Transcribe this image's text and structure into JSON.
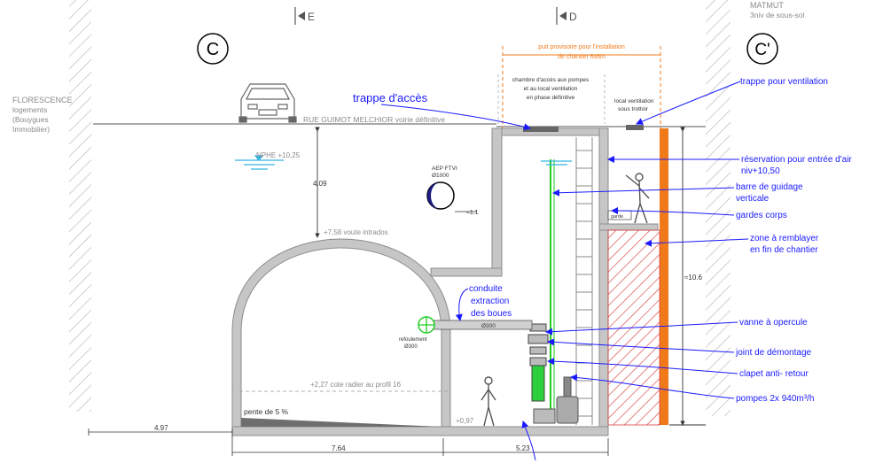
{
  "section_marks": {
    "left_mark": "C",
    "right_mark": "C'",
    "top_left": "E",
    "top_right": "D"
  },
  "neighbors": {
    "left_name": "FLORESCENCE",
    "left_desc_1": "logements",
    "left_desc_2": "(Bouygues",
    "left_desc_3": "Immobilier)",
    "right_name": "MATMUT",
    "right_desc": "3niv de sous-sol"
  },
  "site_labels": {
    "street": "RUE GUIMOT MELCHIOR voirie définitive",
    "nphe": "NPHE +10,25",
    "puit_line1": "puit provisoire pour l'installation",
    "puit_line2": "de chantier 6x6m",
    "chambre_line1": "chambre d'accès aux pompes",
    "chambre_line2": "et au local ventilation",
    "chambre_line3": "en phase définitive",
    "local_line1": "local ventilation",
    "local_line2": "sous trottoir",
    "aep_line1": "AEP FTVI",
    "aep_line2": "Ø1000",
    "aep_dim": "≈1.1",
    "dim_409": "4.09",
    "voute": "+7,58 voute intrados",
    "cote_radier": "+2,27 cote radier au profil 16",
    "pente": "pente de 5 %",
    "level_097": "+0,97",
    "rel_line1": "refoulement",
    "rel_line2": "Ø300",
    "pipe_dn": "Ø300",
    "dim_106": "≈10.6",
    "dim_497": "4.97",
    "dim_764": "7.64",
    "dim_523": "5.23",
    "garde_small": "garde",
    "level_top": "+10,50"
  },
  "annotations": {
    "trappe_acces": "trappe d'accès",
    "trappe_ventilation": "trappe pour ventilation",
    "reservation_line1": "réservation pour entrée d'air",
    "reservation_line2": "niv+10,50",
    "barre_line1": "barre de guidage",
    "barre_line2": "verticale",
    "gardes_corps": "gardes corps",
    "zone_line1": "zone à remblayer",
    "zone_line2": "en fin de chantier",
    "conduite_line1": "conduite",
    "conduite_line2": "extraction",
    "conduite_line3": "des boues",
    "vanne": "vanne à opercule",
    "joint": "joint de démontage",
    "clapet": "clapet anti- retour",
    "pompes": "pompes 2x 940m³/h"
  },
  "colors": {
    "annotation_blue": "#1a1aff",
    "concrete": "#c0c0c0",
    "guide_green": "#22cc22",
    "ventilation_orange": "#f07a1a",
    "backfill_red": "#d94040",
    "water_cyan": "#33b5e5"
  }
}
